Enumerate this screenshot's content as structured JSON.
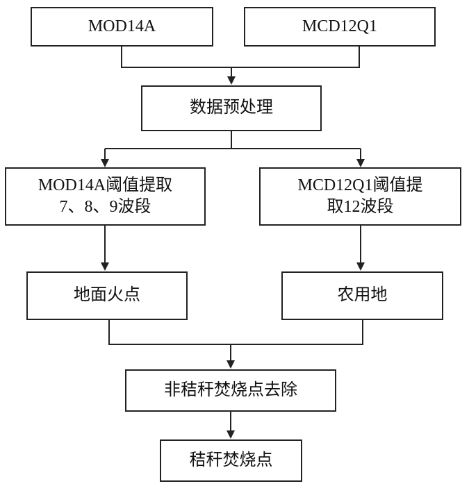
{
  "nodes": {
    "mod14a": {
      "label": "MOD14A"
    },
    "mcd12q1": {
      "label": "MCD12Q1"
    },
    "preprocess": {
      "label": "数据预处理"
    },
    "mod14a_threshold": {
      "line1": "MOD14A阈值提取",
      "line2": "7、8、9波段"
    },
    "mcd12q1_threshold": {
      "line1": "MCD12Q1阈值提",
      "line2": "取12波段"
    },
    "ground_fire": {
      "label": "地面火点"
    },
    "farmland": {
      "label": "农用地"
    },
    "remove_non_straw": {
      "label": "非秸秆焚烧点去除"
    },
    "straw_burning": {
      "label": "秸秆焚烧点"
    }
  },
  "colors": {
    "line": "#222222",
    "box_border": "#222222",
    "background": "#ffffff",
    "text": "#111111"
  }
}
